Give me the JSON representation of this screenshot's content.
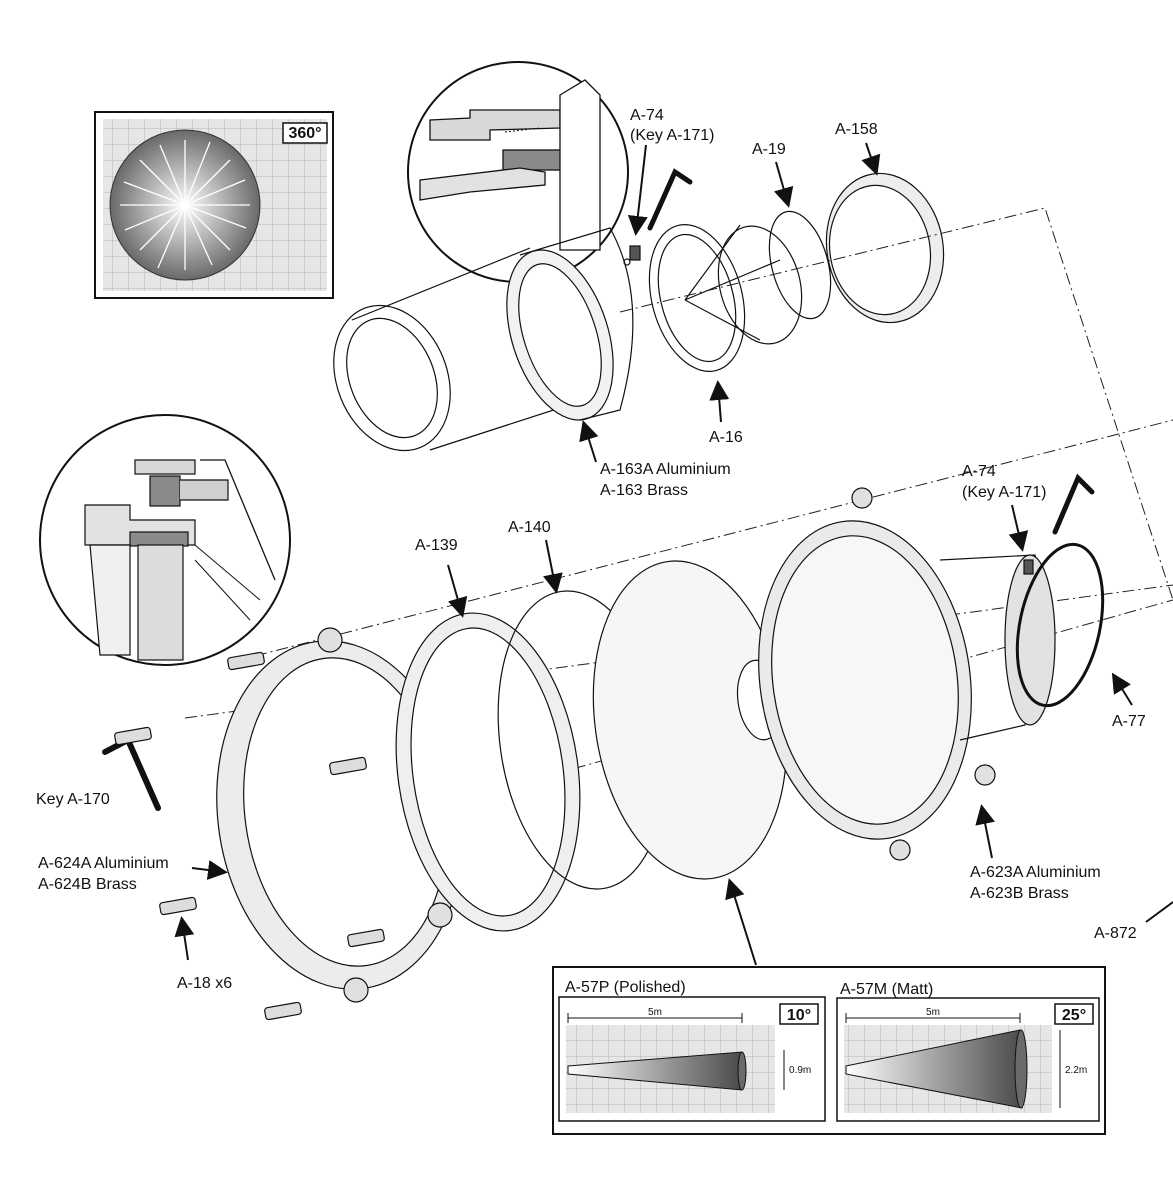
{
  "labels": {
    "a74_top": "A-74",
    "key171_top": "(Key A-171)",
    "a19": "A-19",
    "a158": "A-158",
    "a16": "A-16",
    "a163a": "A-163A Aluminium",
    "a163": "A-163 Brass",
    "a74_right": "A-74",
    "key171_right": "(Key A-171)",
    "a140": "A-140",
    "a139": "A-139",
    "a77": "A-77",
    "key170": "Key A-170",
    "a624a": "A-624A Aluminium",
    "a624b": "A-624B Brass",
    "a623a": "A-623A Aluminium",
    "a623b": "A-623B Brass",
    "a18": "A-18 x6",
    "a872": "A-872"
  },
  "beam_360": {
    "angle": "360°"
  },
  "beam_polished": {
    "title": "A-57P (Polished)",
    "angle": "10°",
    "distance": "5m",
    "width": "0.9m"
  },
  "beam_matt": {
    "title": "A-57M (Matt)",
    "angle": "25°",
    "distance": "5m",
    "width": "2.2m"
  },
  "colors": {
    "line": "#1a1a1a",
    "panel": "#cfcfcf",
    "grid": "#9a9a9a",
    "beam_light": "#ffffff",
    "beam_dark": "#555555"
  }
}
